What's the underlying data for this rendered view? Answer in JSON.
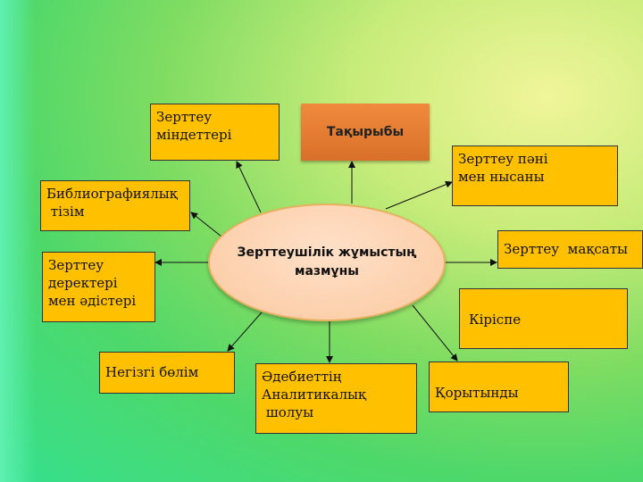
{
  "center": "Зерттеушілік жұмыстың\nмазмұны",
  "title": "Тақырыбы",
  "nodes": {
    "tasks": "Зерттеу\nміндеттері",
    "subject": "Зерттеу пәні\nмен нысаны",
    "bibliography": "Библиографиялық\n тізім",
    "goal": "Зерттеу  мақсаты",
    "methods": "Зерттеу\nдеректері\nмен әдістері",
    "intro": "\nКіріспе",
    "main_part": "Негізгі бөлім",
    "literature": "Әдебиеттің\nАналитикалық\n шолуы",
    "conclusion": "\nҚорытынды"
  },
  "colors": {
    "box": "#ffc000",
    "title": "#e07a30",
    "center": "#fcd2ae"
  }
}
